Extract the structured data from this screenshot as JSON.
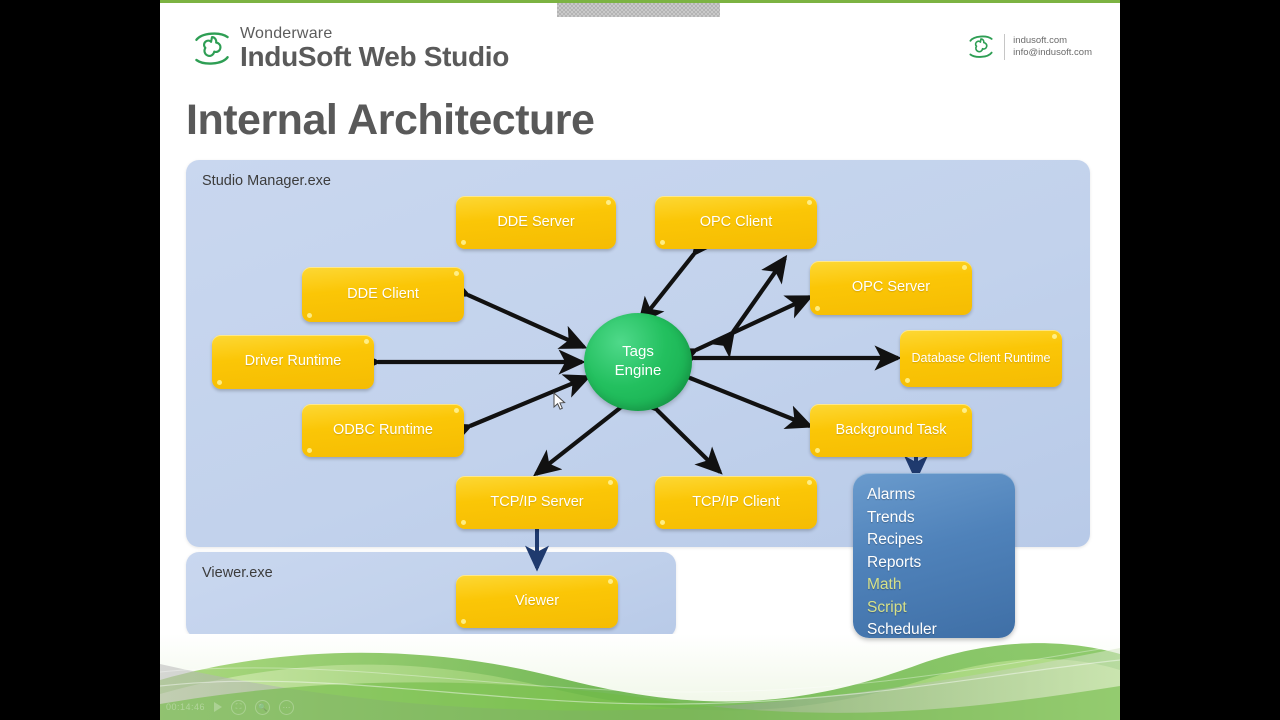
{
  "header": {
    "brand_small": "Wonderware",
    "brand_big": "InduSoft Web Studio",
    "logo_icon": "indusoft-swoosh-logo",
    "corner_logo_icon": "indusoft-swoosh-logo-small",
    "corner_line1": "indusoft.com",
    "corner_line2": "info@indusoft.com"
  },
  "title": "Internal Architecture",
  "diagram": {
    "panels": [
      {
        "id": "manager",
        "label": "Studio Manager.exe"
      },
      {
        "id": "viewer",
        "label": "Viewer.exe"
      }
    ],
    "hub": {
      "line1": "Tags",
      "line2": "Engine",
      "color": "#23c05f"
    },
    "nodes": [
      {
        "id": "dde-server",
        "label": "DDE Server"
      },
      {
        "id": "opc-client",
        "label": "OPC Client"
      },
      {
        "id": "dde-client",
        "label": "DDE Client"
      },
      {
        "id": "opc-server",
        "label": "OPC Server"
      },
      {
        "id": "driver-runtime",
        "label": "Driver Runtime"
      },
      {
        "id": "database-client-runtime",
        "label": "Database Client Runtime"
      },
      {
        "id": "odbc-runtime",
        "label": "ODBC Runtime"
      },
      {
        "id": "background-task",
        "label": "Background Task"
      },
      {
        "id": "tcpip-server",
        "label": "TCP/IP Server"
      },
      {
        "id": "tcpip-client",
        "label": "TCP/IP Client"
      },
      {
        "id": "viewer-node",
        "label": "Viewer"
      }
    ],
    "task_panel": {
      "color": "#4f82ba",
      "highlight_color": "#d6e089",
      "items": [
        {
          "label": "Alarms",
          "highlighted": false
        },
        {
          "label": "Trends",
          "highlighted": false
        },
        {
          "label": "Recipes",
          "highlighted": false
        },
        {
          "label": "Reports",
          "highlighted": false
        },
        {
          "label": "Math",
          "highlighted": true
        },
        {
          "label": "Script",
          "highlighted": true
        },
        {
          "label": "Scheduler",
          "highlighted": false
        }
      ]
    },
    "node_color": "#fbc606",
    "panel_color": "#c2d2ec"
  },
  "player": {
    "elapsed": "00:14:46",
    "play_icon": "play-icon",
    "fullscreen_icon": "fullscreen-icon",
    "search_icon": "search-icon",
    "more_icon": "more-options-icon"
  }
}
